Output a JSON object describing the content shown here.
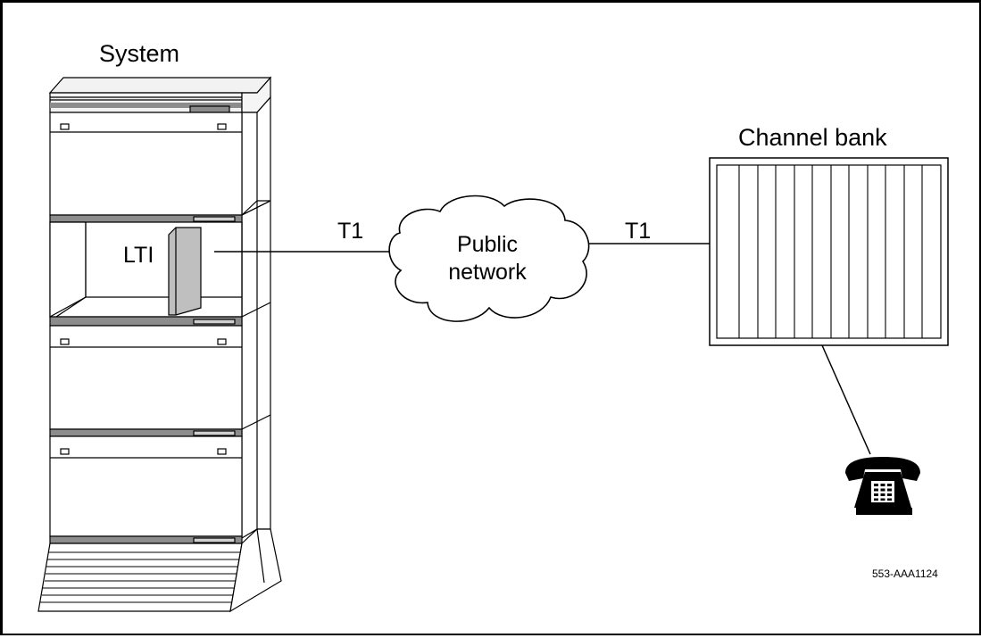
{
  "labels": {
    "system": "System",
    "lti": "LTI",
    "t1_left": "T1",
    "t1_right": "T1",
    "cloud_line1": "Public",
    "cloud_line2": "network",
    "channel_bank": "Channel bank",
    "figure_id": "553-AAA1124"
  },
  "icons": {
    "telephone": "telephone-icon"
  },
  "colors": {
    "line": "#000000",
    "panel_shade": "#bfbfbf",
    "dark_band": "#8c8c8c"
  }
}
